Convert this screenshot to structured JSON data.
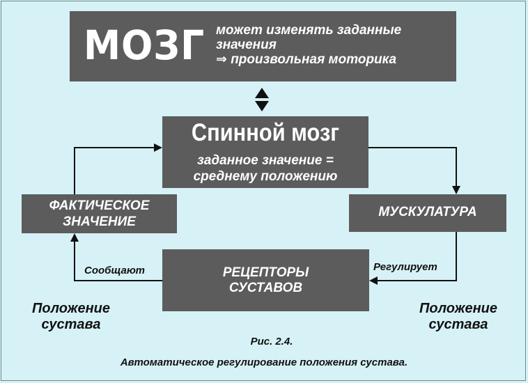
{
  "brain": {
    "title": "МОЗГ",
    "desc_lines": [
      "может изменять заданные",
      "значения",
      "⇒ произвольная моторика"
    ]
  },
  "spinal_cord": {
    "title": "Спинной мозг",
    "desc_lines": [
      "заданное значение =",
      "среднему положению"
    ]
  },
  "actual_value": {
    "lines": [
      "ФАКТИЧЕСКОЕ",
      "ЗНАЧЕНИЕ"
    ]
  },
  "musculature": {
    "label": "МУСКУЛАТУРА"
  },
  "receptors": {
    "lines": [
      "РЕЦЕПТОРЫ",
      "СУСТАВОВ"
    ]
  },
  "edges": {
    "report": "Сообщают",
    "regulate": "Регулирует"
  },
  "joint_position": {
    "left_lines": [
      "Положение",
      "сустава"
    ],
    "right_lines": [
      "Положение",
      "сустава"
    ]
  },
  "figure": {
    "label": "Рис. 2.4.",
    "caption": "Автоматическое регулирование положения сустава."
  },
  "colors": {
    "background": "#d6f2f6",
    "box": "#5c5c5c",
    "box_text": "#ffffff",
    "line": "#111111"
  }
}
